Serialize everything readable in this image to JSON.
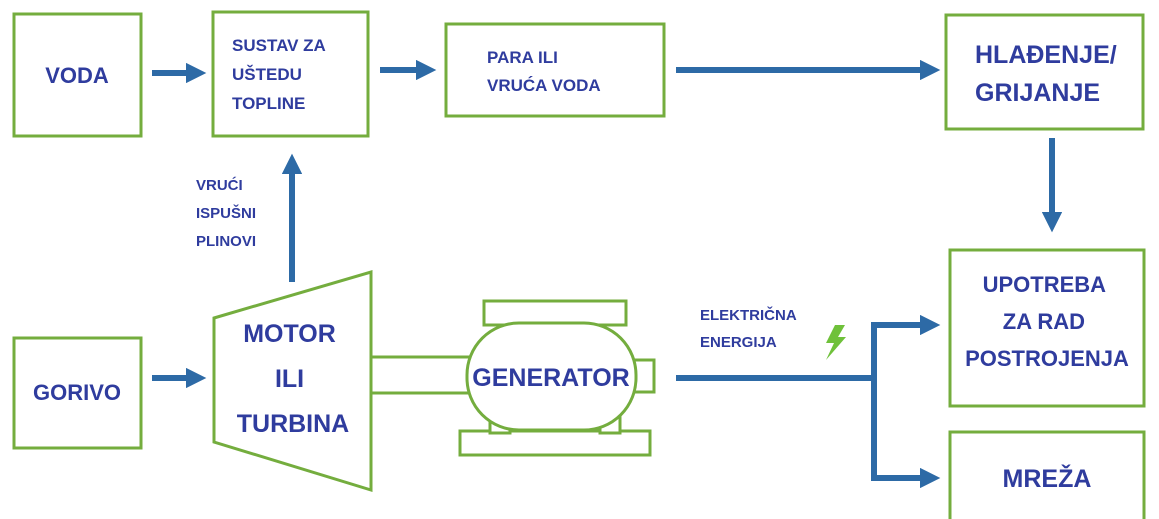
{
  "colors": {
    "box_border": "#74ad3e",
    "arrow": "#2d6aa6",
    "label_text": "#2f3c9e",
    "lightning": "#6fc13a"
  },
  "nodes": {
    "voda": {
      "lines": [
        "VODA"
      ]
    },
    "sustav": {
      "lines": [
        "SUSTAV ZA",
        "UŠTEDU",
        "TOPLINE"
      ]
    },
    "para": {
      "lines": [
        "PARA ILI",
        "VRUĆA VODA"
      ]
    },
    "hladenje": {
      "lines": [
        "HLAĐENJE/",
        "GRIJANJE"
      ]
    },
    "upotreba": {
      "lines": [
        "UPOTREBA",
        "ZA RAD",
        "POSTROJENJA"
      ]
    },
    "mreza": {
      "lines": [
        "MREŽA"
      ]
    },
    "gorivo": {
      "lines": [
        "GORIVO"
      ]
    },
    "motor": {
      "lines": [
        "MOTOR",
        "ILI",
        "TURBINA"
      ]
    },
    "generator": {
      "lines": [
        "GENERATOR"
      ]
    }
  },
  "edge_labels": {
    "exhaust": {
      "lines": [
        "VRUĆI",
        "ISPUŠNI",
        "PLINOVI"
      ]
    },
    "electric": {
      "lines": [
        "ELEKTRIČNA",
        "ENERGIJA"
      ]
    }
  },
  "icons": {
    "lightning": "lightning-bolt-icon"
  }
}
